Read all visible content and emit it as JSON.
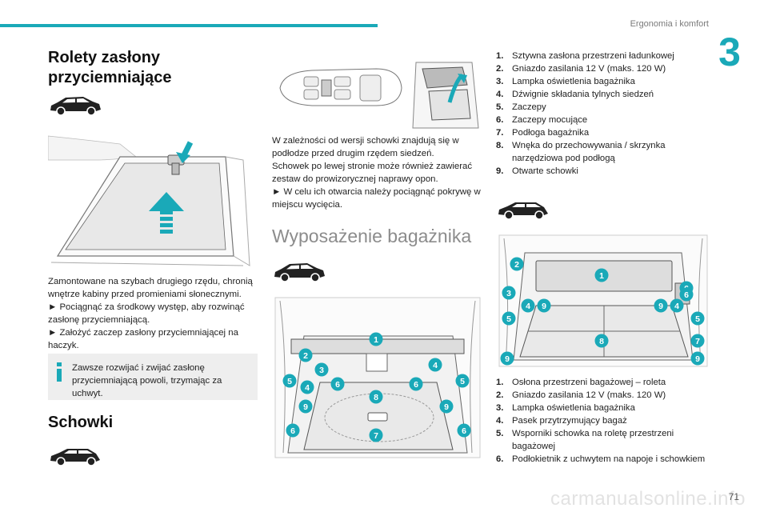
{
  "header": {
    "title": "Ergonomia i komfort",
    "chapter": "3"
  },
  "footer": {
    "page_number": "71",
    "watermark": "carmanualsonline.info"
  },
  "blinds": {
    "title": "Rolety zasłony przyciemniające",
    "paragraphs": [
      "Zamontowane na szybach drugiego rzędu, chronią wnętrze kabiny przed promieniami słonecznymi.",
      "► Pociągnąć za środkowy występ, aby rozwinąć zasłonę przyciemniającą.",
      "► Założyć zaczep zasłony przyciemniającej na haczyk."
    ],
    "note": "Zawsze rozwijać i zwijać zasłonę przyciemniającą powoli, trzymając za uchwyt."
  },
  "storage": {
    "title": "Schowki",
    "paragraphs": [
      "W zależności od wersji schowki znajdują się w podłodze przed drugim rzędem siedzeń.",
      "Schowek po lewej stronie może również zawierać zestaw do prowizorycznej naprawy opon.",
      "► W celu ich otwarcia należy pociągnąć pokrywę w miejscu wycięcia."
    ]
  },
  "boot": {
    "title": "Wyposażenie bagażnika",
    "legend1": [
      {
        "n": "1.",
        "text": "Sztywna zasłona przestrzeni ładunkowej"
      },
      {
        "n": "2.",
        "text": "Gniazdo zasilania 12 V (maks. 120 W)"
      },
      {
        "n": "3.",
        "text": "Lampka oświetlenia bagażnika"
      },
      {
        "n": "4.",
        "text": "Dźwignie składania tylnych siedzeń"
      },
      {
        "n": "5.",
        "text": "Zaczepy"
      },
      {
        "n": "6.",
        "text": "Zaczepy mocujące"
      },
      {
        "n": "7.",
        "text": "Podłoga bagażnika"
      },
      {
        "n": "8.",
        "text": "Wnęka do przechowywania / skrzynka narzędziowa pod podłogą"
      },
      {
        "n": "9.",
        "text": "Otwarte schowki"
      }
    ],
    "legend2": [
      {
        "n": "1.",
        "text": "Osłona przestrzeni bagażowej – roleta"
      },
      {
        "n": "2.",
        "text": "Gniazdo zasilania 12 V (maks. 120 W)"
      },
      {
        "n": "3.",
        "text": "Lampka oświetlenia bagażnika"
      },
      {
        "n": "4.",
        "text": "Pasek przytrzymujący bagaż"
      },
      {
        "n": "5.",
        "text": "Wsporniki schowka na roletę przestrzeni bagażowej"
      },
      {
        "n": "6.",
        "text": "Podłokietnik z uchwytem na napoje i schowkiem"
      }
    ],
    "markers1": [
      "1",
      "2",
      "3",
      "4",
      "4",
      "5",
      "5",
      "6",
      "6",
      "6",
      "6",
      "7",
      "8",
      "9",
      "9"
    ],
    "markers2": [
      "1",
      "2",
      "3",
      "4",
      "9",
      "9",
      "4",
      "6",
      "5",
      "5",
      "6",
      "7",
      "8",
      "9",
      "9"
    ]
  },
  "colors": {
    "accent": "#1aa9b8",
    "note_bg": "#eeeeee",
    "marker": "#1aa9b8"
  },
  "icons": [
    "car-suv-icon",
    "car-estate-icon",
    "info-icon",
    "arrow-up-icon"
  ]
}
